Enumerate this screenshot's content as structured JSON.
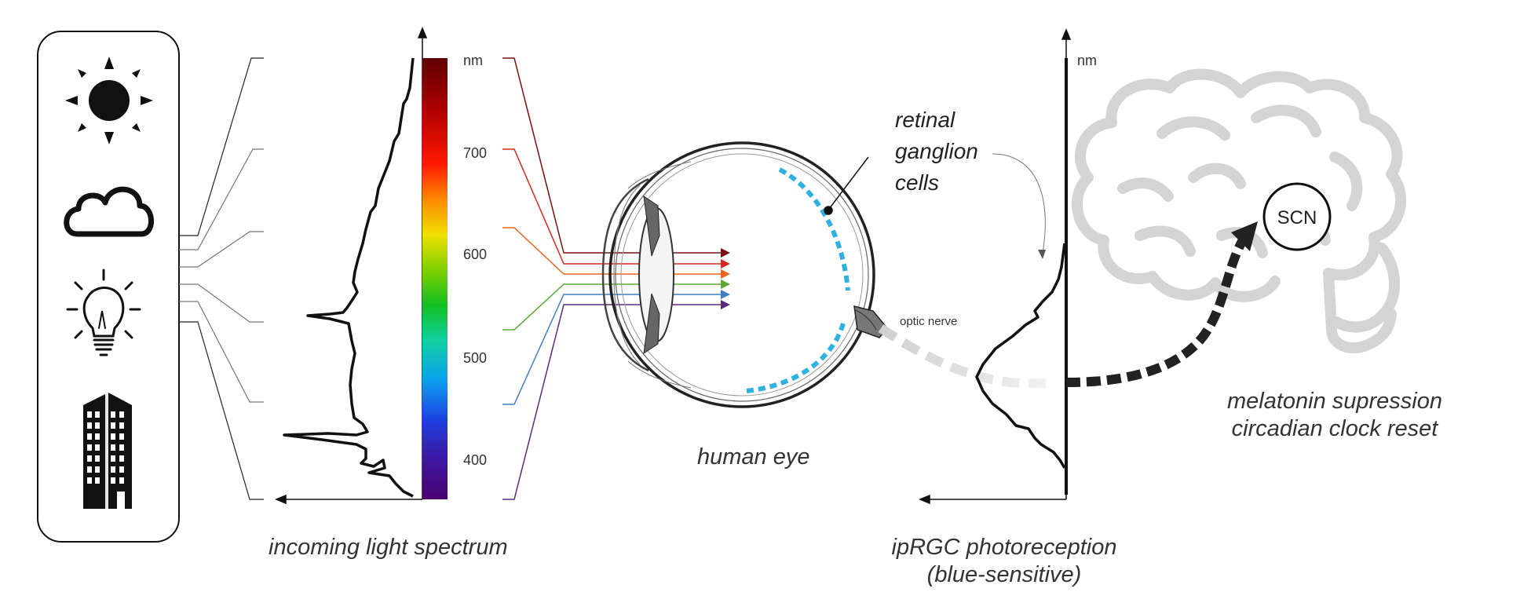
{
  "spectrum_axis": {
    "unit_label": "nm",
    "ticks": [
      "700",
      "600",
      "500",
      "400"
    ]
  },
  "response_axis": {
    "unit_label": "nm"
  },
  "labels": {
    "retinal_line1": "retinal",
    "retinal_line2": "ganglion",
    "retinal_line3": "cells",
    "optic_nerve": "optic nerve",
    "human_eye": "human eye",
    "scn": "SCN",
    "incoming": "incoming light spectrum",
    "iprgc_line1": "ipRGC photoreception",
    "iprgc_line2": "(blue-sensitive)",
    "melatonin_line1": "melatonin supression",
    "melatonin_line2": "circadian clock reset"
  },
  "light_sources": [
    {
      "name": "sun"
    },
    {
      "name": "cloud"
    },
    {
      "name": "light-bulb"
    },
    {
      "name": "building"
    }
  ],
  "colors": {
    "ray_colors": [
      "#7a1010",
      "#d22a1e",
      "#e8641c",
      "#5aa832",
      "#3f7fc8",
      "#5a2a7a"
    ],
    "receptor_dots": "#2fb0e0",
    "brain": "#d4d4d4",
    "ink": "#111111"
  }
}
